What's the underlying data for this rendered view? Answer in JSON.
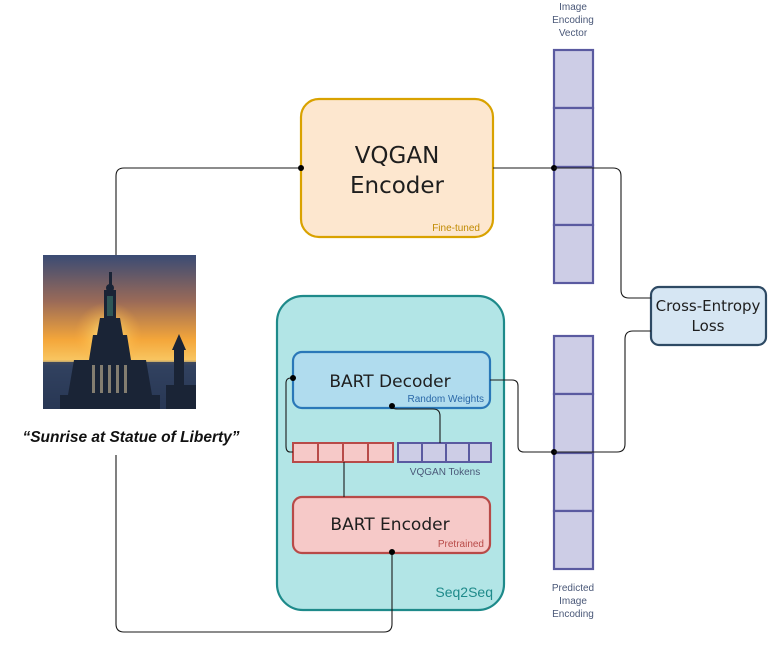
{
  "vqgan_encoder": {
    "title_line1": "VQGAN",
    "title_line2": "Encoder",
    "note": "Fine-tuned"
  },
  "image_encoding_vector": {
    "label_line1": "Image",
    "label_line2": "Encoding",
    "label_line3": "Vector"
  },
  "predicted_image_encoding": {
    "label_line1": "Predicted",
    "label_line2": "Image",
    "label_line3": "Encoding"
  },
  "cross_entropy": {
    "label_line1": "Cross-Entropy",
    "label_line2": "Loss"
  },
  "seq2seq": {
    "label": "Seq2Seq"
  },
  "bart_decoder": {
    "title": "BART Decoder",
    "note": "Random Weights"
  },
  "bart_encoder": {
    "title": "BART Encoder",
    "note": "Pretrained"
  },
  "vqgan_tokens": {
    "label": "VQGAN Tokens"
  },
  "caption": {
    "text": "“Sunrise at Statue of Liberty”"
  },
  "colors": {
    "vqgan_fill": "#fde7cf",
    "vqgan_stroke": "#d9a200",
    "seq2seq_fill": "#b2e5e6",
    "seq2seq_stroke": "#1e8a8a",
    "decoder_fill": "#b0dcee",
    "decoder_stroke": "#2a78b8",
    "encoder_fill": "#f6c9c8",
    "encoder_stroke": "#b84a48",
    "vector_fill": "#cdcde6",
    "vector_stroke": "#5a5aa0",
    "loss_fill": "#d6e6f3",
    "loss_stroke": "#2e4a64"
  }
}
